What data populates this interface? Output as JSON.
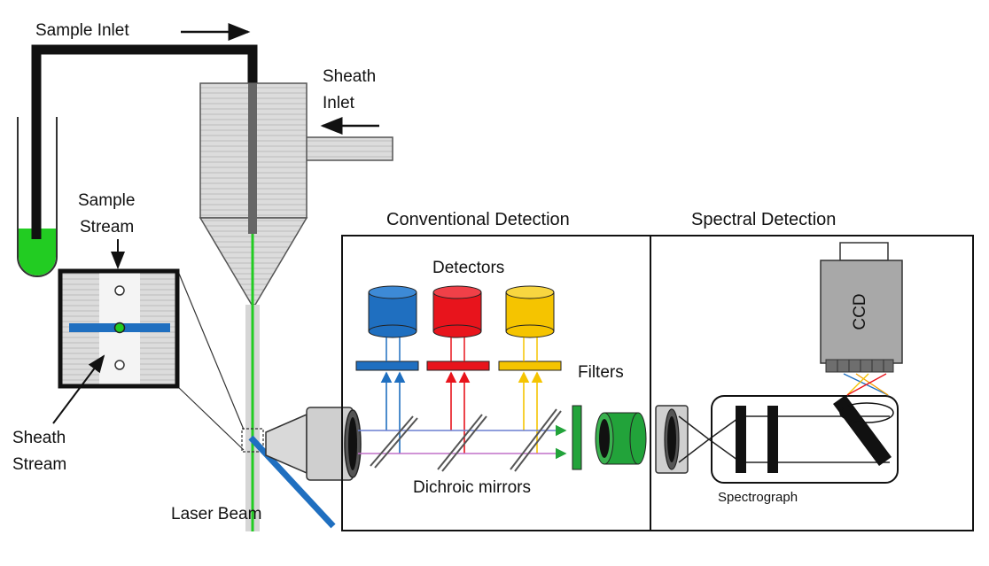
{
  "labels": {
    "sample_inlet": "Sample Inlet",
    "sheath": "Sheath",
    "inlet": "Inlet",
    "sample_stream_1": "Sample",
    "sample_stream_2": "Stream",
    "sheath_stream_1": "Sheath",
    "sheath_stream_2": "Stream",
    "laser_beam": "Laser Beam",
    "conventional_detection": "Conventional Detection",
    "spectral_detection": "Spectral Detection",
    "detectors": "Detectors",
    "filters": "Filters",
    "dichroic_mirrors": "Dichroic mirrors",
    "ccd": "CCD",
    "spectrograph": "Spectrograph"
  },
  "colors": {
    "laser": "#1f6fc0",
    "sample_fluid": "#22cc22",
    "detector_blue": "#1f6fc0",
    "detector_red": "#e8141c",
    "detector_yellow": "#f5c400",
    "filter_green": "#22a33a",
    "optic_gray": "#cfcfcf"
  }
}
